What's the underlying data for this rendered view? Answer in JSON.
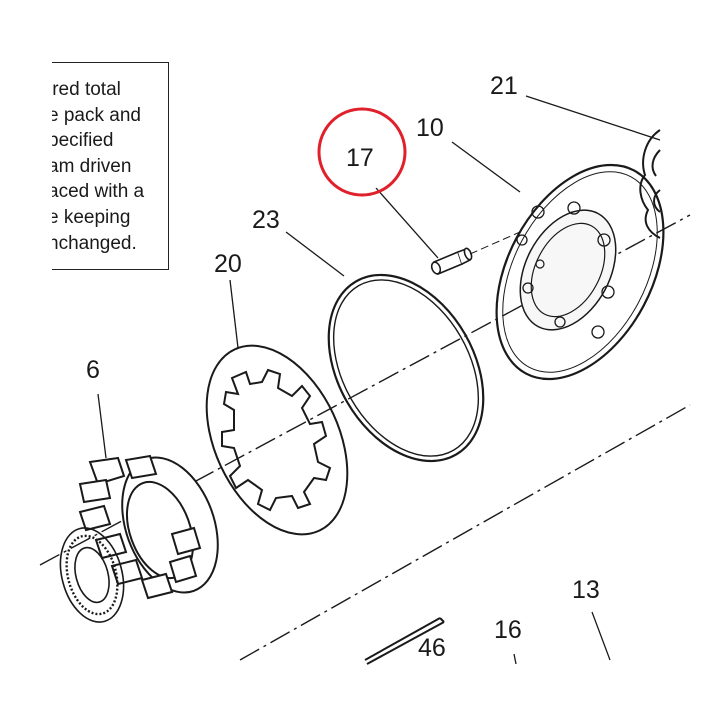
{
  "note": {
    "lines": [
      "ired total",
      "e pack and",
      "pecified",
      "am driven",
      "aced with a",
      "e keeping",
      "nchanged."
    ]
  },
  "callouts": {
    "c21": "21",
    "c10": "10",
    "c17": "17",
    "c23": "23",
    "c20": "20",
    "c6": "6",
    "c13": "13",
    "c16": "16",
    "c46": "46"
  },
  "highlight": {
    "target": "17",
    "color": "#e0202a"
  },
  "colors": {
    "ink": "#1a1a1a",
    "highlight": "#e0202a"
  }
}
